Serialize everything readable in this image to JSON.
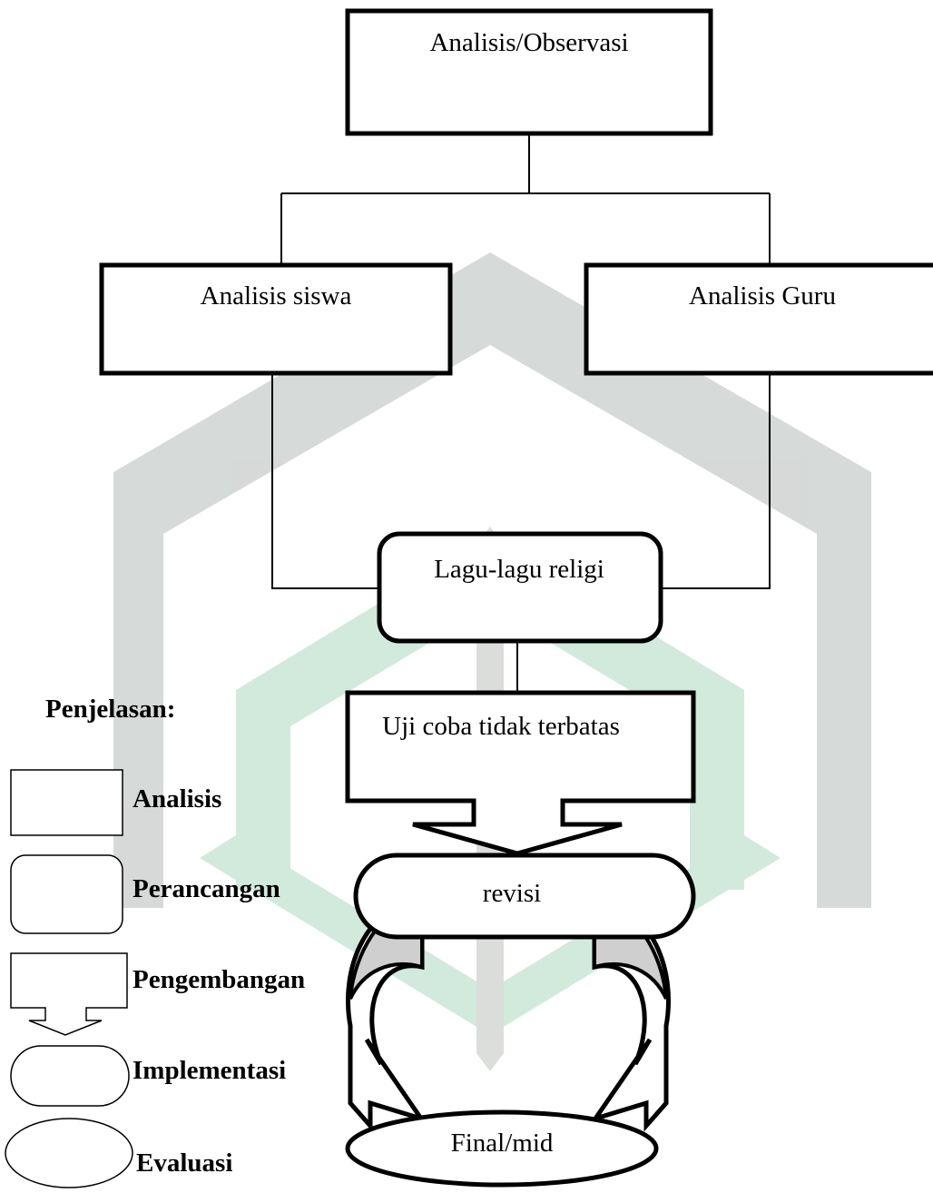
{
  "nodes": {
    "observasi": "Analisis/Observasi",
    "siswa": "Analisis siswa",
    "guru": "Analisis Guru",
    "lagu": "Lagu-lagu religi",
    "uji": "Uji coba tidak terbatas",
    "revisi": "revisi",
    "final": "Final/mid"
  },
  "legend": {
    "title": "Penjelasan:",
    "items": [
      "Analisis",
      "Perancangan",
      "Pengembangan",
      "Implementasi",
      "Evaluasi"
    ]
  },
  "colors": {
    "stroke": "#000000",
    "watermark_grey": "#d4d8d6",
    "watermark_green": "#cfe9db",
    "arrow_fill": "#cfcfcf"
  }
}
